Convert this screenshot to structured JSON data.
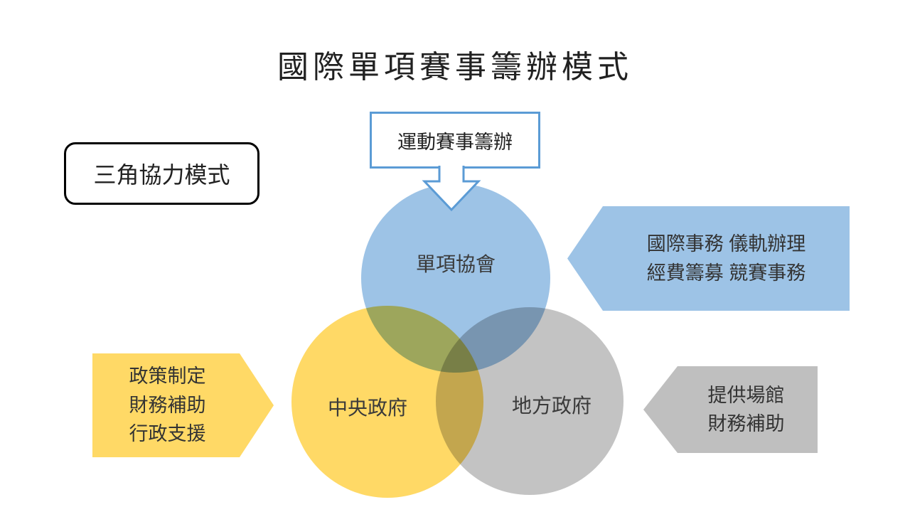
{
  "title": "國際單項賽事籌辦模式",
  "legend_box": {
    "label": "三角協力模式"
  },
  "callout": {
    "label": "運動賽事籌辦",
    "border_color": "#5B9BD5"
  },
  "circles": [
    {
      "id": "association",
      "label": "單項協會",
      "color": "#9DC3E6"
    },
    {
      "id": "central-government",
      "label": "中央政府",
      "color": "#FFD966"
    },
    {
      "id": "local-government",
      "label": "地方政府",
      "color": "#C3C3C3"
    }
  ],
  "arrows": [
    {
      "id": "association-roles",
      "direction": "left",
      "color": "#9DC3E6",
      "lines": [
        "國際事務 儀軌辦理",
        "經費籌募 競賽事務"
      ]
    },
    {
      "id": "central-government-roles",
      "direction": "right",
      "color": "#FFD966",
      "lines": [
        "政策制定",
        "財務補助",
        "行政支援"
      ]
    },
    {
      "id": "local-government-roles",
      "direction": "left",
      "color": "#BFBFBF",
      "lines": [
        "提供場館",
        "財務補助"
      ]
    }
  ]
}
